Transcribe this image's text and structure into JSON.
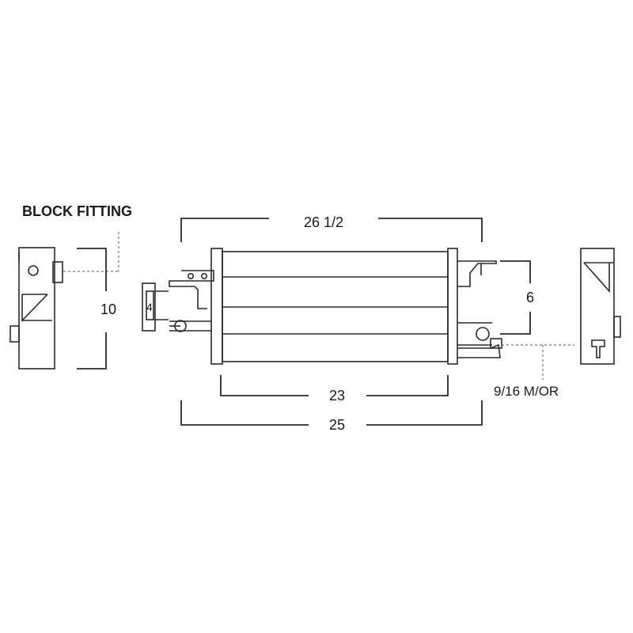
{
  "labels": {
    "block_fitting": "BLOCK FITTING",
    "overall_top": "26 1/2",
    "height_left": "10",
    "bracket_spacing": "6",
    "core_width": "23",
    "overall_bottom": "25",
    "fitting_right": "9/16 M/OR",
    "fitting_small": "4"
  }
}
